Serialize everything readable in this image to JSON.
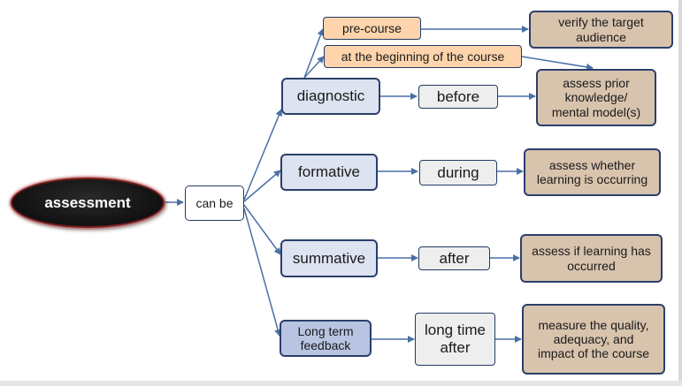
{
  "diagram": {
    "root": "assessment",
    "connector": "can be",
    "types": {
      "diagnostic": "diagnostic",
      "formative": "formative",
      "summative": "summative",
      "long_term_line1": "Long term",
      "long_term_line2": "feedback"
    },
    "timings": {
      "pre_course": "pre-course",
      "beginning": "at the beginning of the course",
      "before": "before",
      "during": "during",
      "after": "after",
      "long_time_line1": "long time",
      "long_time_line2": "after"
    },
    "purposes": {
      "verify_line1": "verify the target",
      "verify_line2": "audience",
      "prior_line1": "assess prior",
      "prior_line2": "knowledge/",
      "prior_line3": "mental model(s)",
      "whether_line1": "assess whether",
      "whether_line2": "learning is occurring",
      "if_line1": "assess if learning has",
      "if_line2": "occurred",
      "quality_line1": "measure the quality,",
      "quality_line2": "adequacy, and",
      "quality_line3": "impact of the course"
    }
  },
  "colors": {
    "line": "#4a6fa5",
    "node_border": "#2b3f6b",
    "type_fill": "#dde3f0",
    "long_term_fill": "#b8c4e1",
    "timing_fill": "#eeeeee",
    "precourse_fill": "#fdd4ac",
    "purpose_fill": "#d8c3ad",
    "root_fill": "#111111",
    "root_glow": "#b44b4b"
  }
}
